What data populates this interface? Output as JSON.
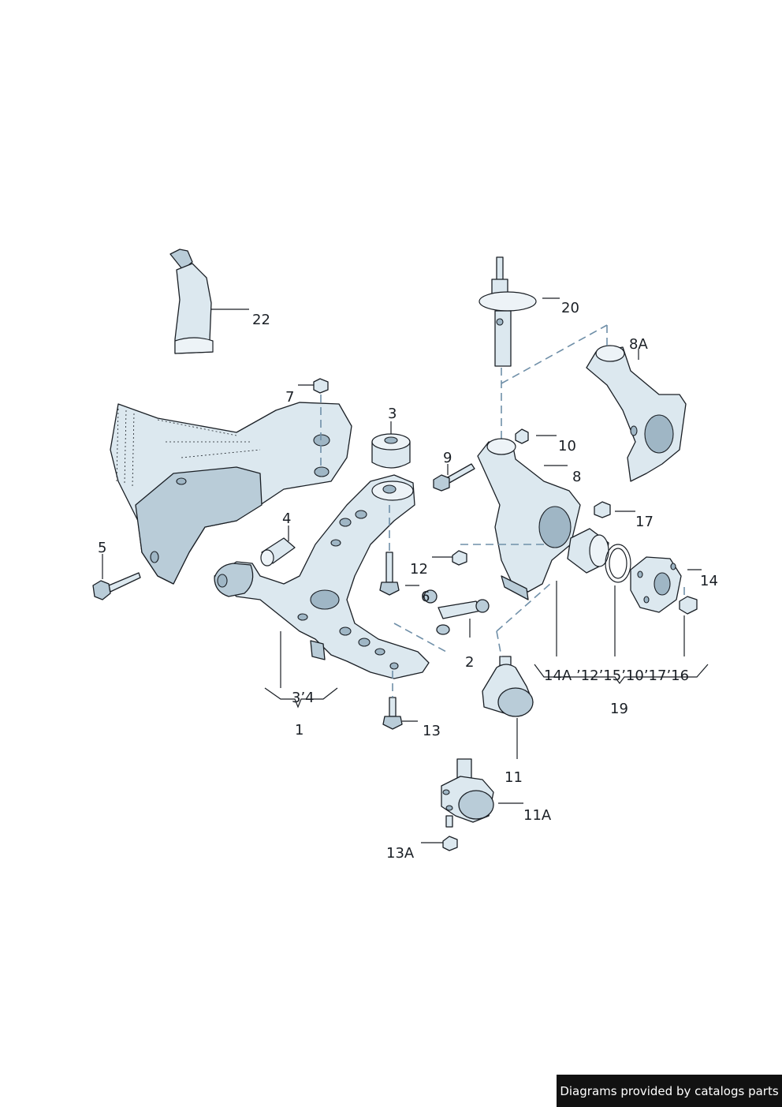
{
  "labels": {
    "l1": "1",
    "l2": "2",
    "l3": "3",
    "l34": "3’4",
    "l4": "4",
    "l5": "5",
    "l6": "6",
    "l7": "7",
    "l8": "8",
    "l8a": "8A",
    "l9": "9",
    "l10": "10",
    "l11": "11",
    "l11a": "11A",
    "l12": "12",
    "l13": "13",
    "l13a": "13A",
    "l14": "14",
    "l17": "17",
    "l19": "19",
    "l19group": "14A ’12’15’10’17’16",
    "l20": "20",
    "l22": "22"
  },
  "footer": {
    "credit": "Diagrams provided by catalogs parts"
  },
  "colors": {
    "part": "#dce8ef",
    "outline": "#1a1f25",
    "dashed_line": "#6f8fa8",
    "footer_bg": "#111111"
  }
}
